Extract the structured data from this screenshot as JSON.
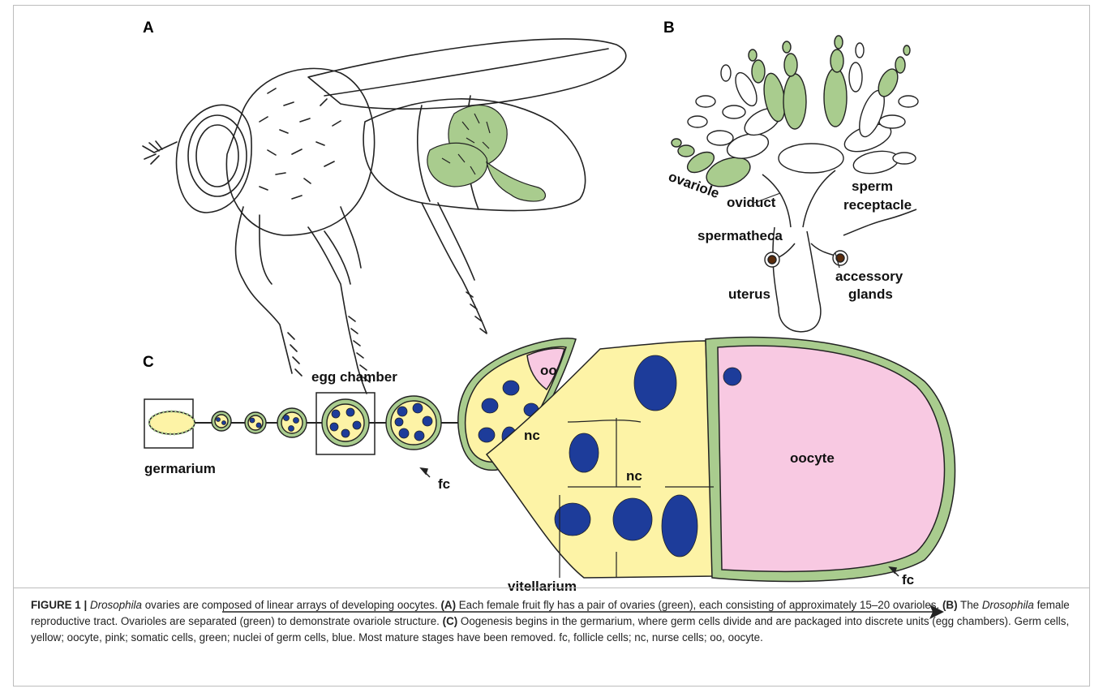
{
  "panels": {
    "a": {
      "label": "A"
    },
    "b": {
      "label": "B",
      "labels": {
        "ovariole": "ovariole",
        "oviduct": "oviduct",
        "sperm_line1": "sperm",
        "sperm_line2": "receptacle",
        "spermatheca": "spermatheca",
        "uterus": "uterus",
        "accessory_line1": "accessory",
        "accessory_line2": "glands"
      }
    },
    "c": {
      "label": "C",
      "labels": {
        "egg_chamber": "egg chamber",
        "germarium": "germarium",
        "fc_small": "fc",
        "oo": "oo",
        "nc_small": "nc",
        "nc_large": "nc",
        "oocyte": "oocyte",
        "fc_large": "fc",
        "vitellarium": "vitellarium"
      }
    }
  },
  "colors": {
    "green": "#a9cc8e",
    "yellow": "#fdf3a6",
    "pink": "#f8c9e2",
    "blue": "#1d3c9a",
    "brown": "#5a2c0c"
  },
  "caption": {
    "figure_label": "FIGURE 1 |",
    "genus": "Drosophila",
    "title_rest": " ovaries are composed of linear arrays of developing oocytes. ",
    "a_tag": "(A)",
    "a_text": " Each female fruit fly has a pair of ovaries (green), each consisting of approximately 15–20 ovarioles. ",
    "b_tag": "(B)",
    "b_pre": " The ",
    "b_genus": "Drosophila",
    "b_text": " female reproductive tract. Ovarioles are separated (green) to demonstrate ovariole structure. ",
    "c_tag": "(C)",
    "c_text": " Oogenesis begins in the germarium, where germ cells divide and are packaged into discrete units (egg chambers). Germ cells, yellow; oocyte, pink; somatic cells, green; nuclei of germ cells, blue. Most mature stages have been removed. fc, follicle cells; nc, nurse cells; oo, oocyte."
  }
}
